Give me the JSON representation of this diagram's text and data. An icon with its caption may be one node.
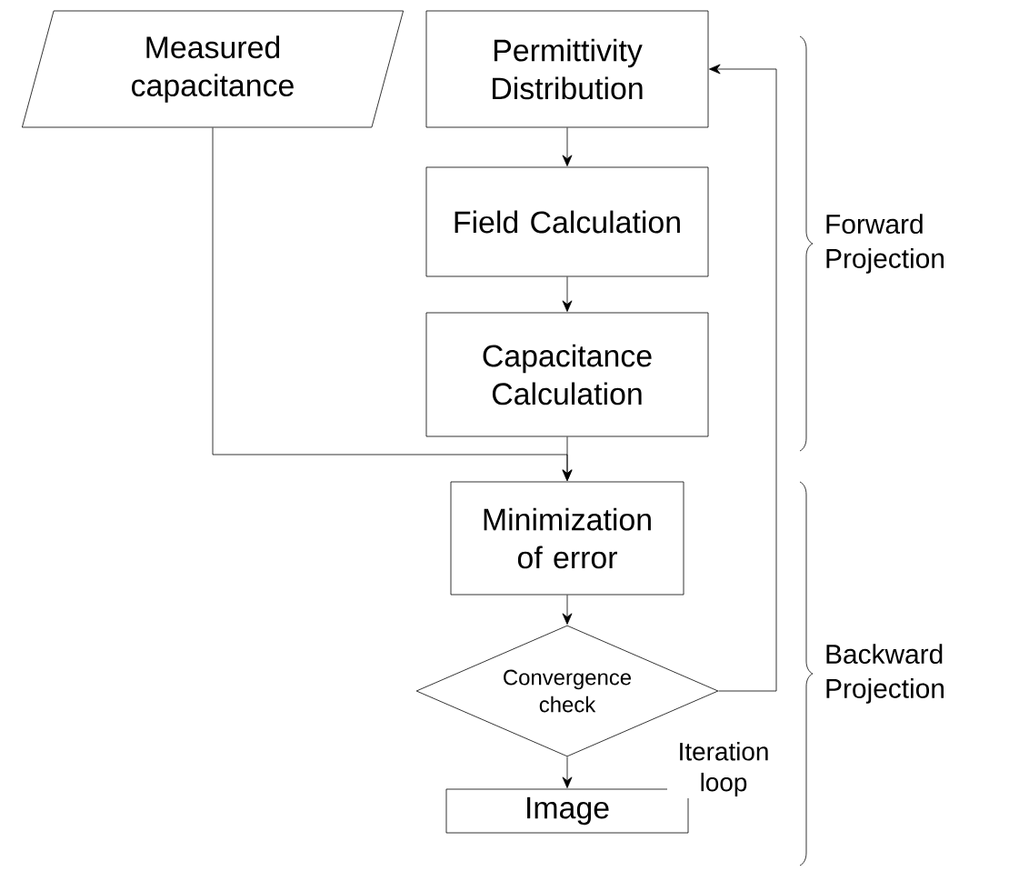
{
  "diagram": {
    "nodes": [
      {
        "text": [
          "Measured capacitance"
        ]
      },
      {
        "text": [
          "Permittivity Distribution"
        ]
      },
      {
        "text": [
          "Field Calculation"
        ]
      },
      {
        "text": [
          "Capacitance Calculation"
        ]
      },
      {
        "text": [
          "Minimization of error"
        ]
      },
      {
        "text": [
          "Convergence check"
        ]
      },
      {
        "text": [
          "Image"
        ]
      }
    ],
    "edges": [
      {
        "from": 1,
        "to": 2,
        "arrow": "to"
      },
      {
        "from": 2,
        "to": 3,
        "arrow": "to"
      },
      {
        "from": 3,
        "to": 4,
        "arrow": "to"
      },
      {
        "from": 0,
        "to": 4,
        "arrow": "to"
      },
      {
        "from": 4,
        "to": 5,
        "arrow": "to"
      },
      {
        "from": 5,
        "to": 6,
        "arrow": "to"
      },
      {
        "from": 5,
        "to": 1,
        "arrow": "to",
        "label": "Iteration loop"
      }
    ],
    "labels": [
      "Forward Projection",
      "Backward Projection"
    ]
  }
}
